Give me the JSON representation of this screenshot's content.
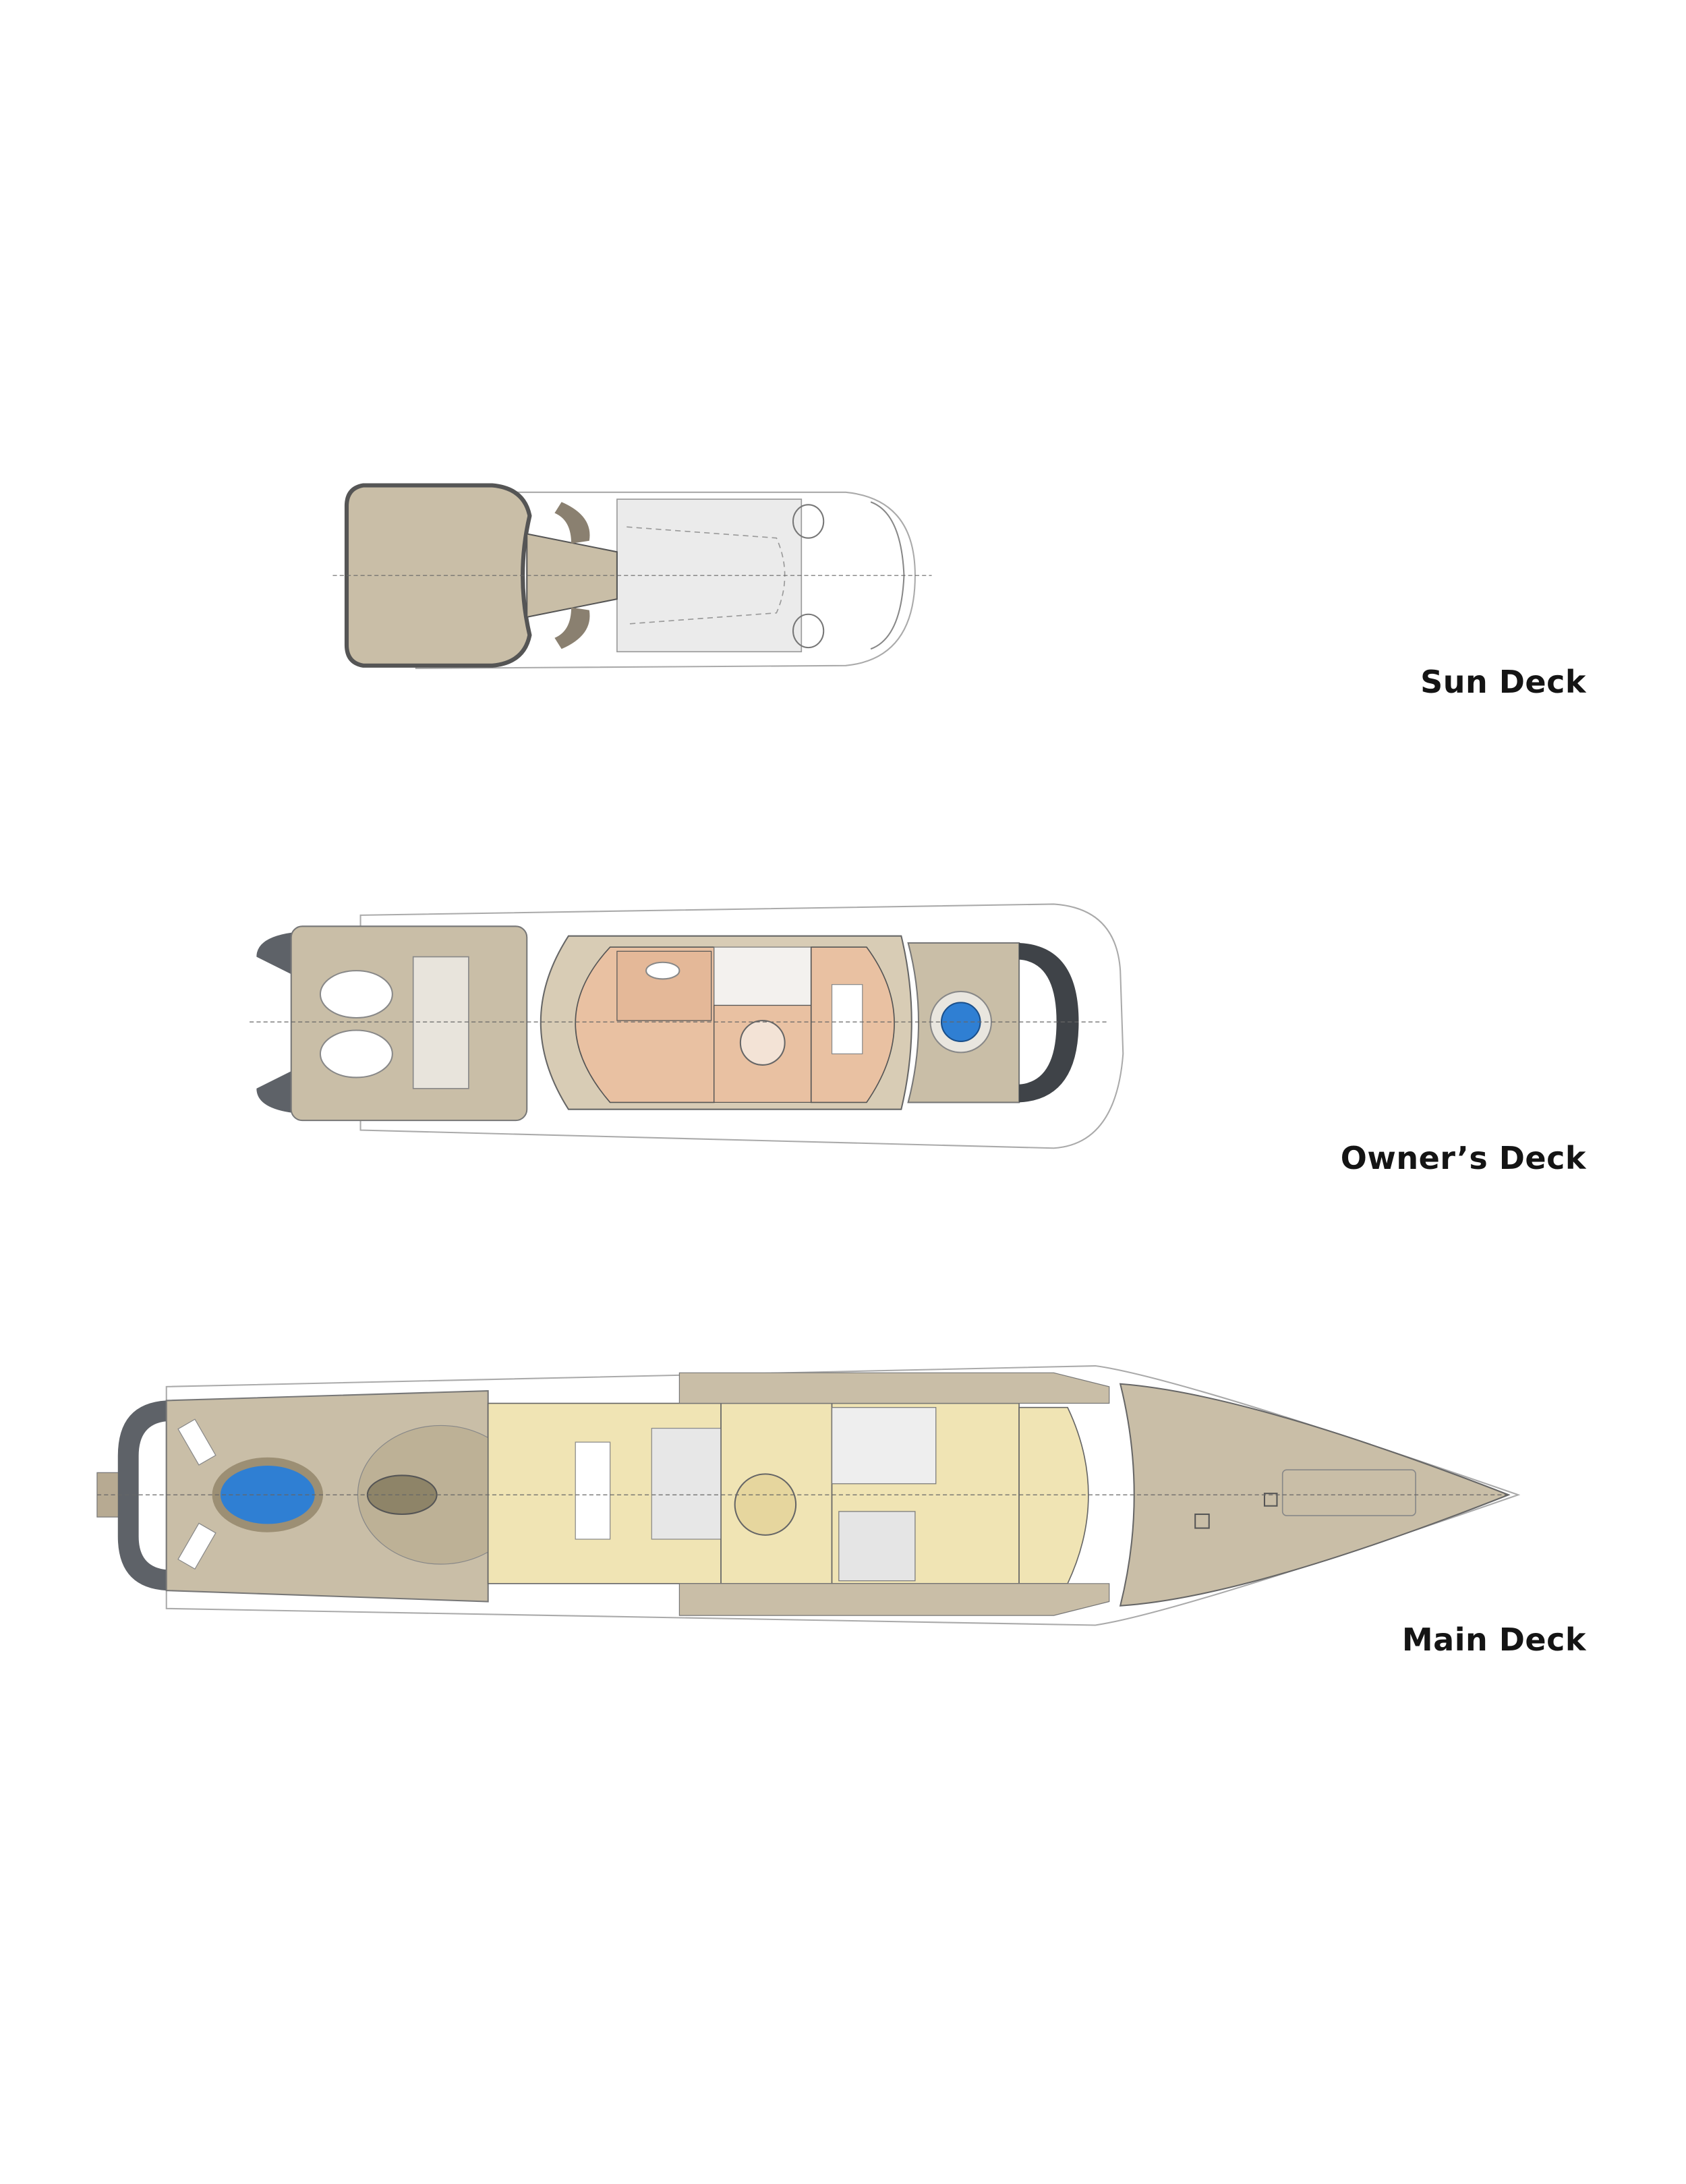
{
  "decks": [
    {
      "id": "sun",
      "label": "Sun Deck"
    },
    {
      "id": "owner",
      "label": "Owner’s Deck"
    },
    {
      "id": "main",
      "label": "Main Deck"
    }
  ],
  "colors": {
    "deck_teak": "#c9bea7",
    "owner_interior": "#e9c1a2",
    "main_interior": "#f0e4b4",
    "pool": "#2f7fd3",
    "hull_cap": "#5e6268",
    "outline": "#9a9a9a",
    "label_text": "#141414"
  }
}
